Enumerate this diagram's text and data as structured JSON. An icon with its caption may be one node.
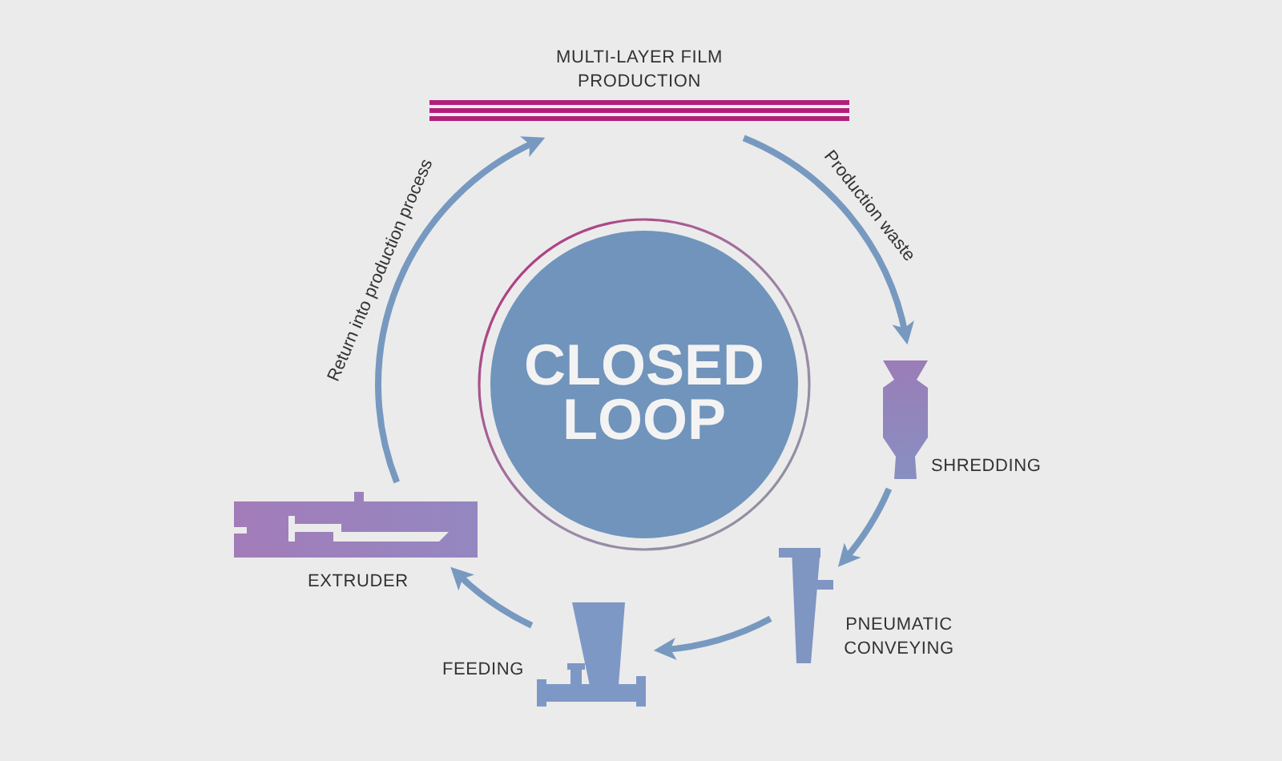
{
  "diagram": {
    "nodes": [
      {
        "text": [],
        "shape": "picture",
        "beside": [
          "MULTI-LAYER FILM PRODUCTION"
        ]
      },
      {
        "text": [],
        "shape": "picture",
        "beside": [
          "SHREDDING"
        ]
      },
      {
        "text": [],
        "shape": "picture",
        "beside": [
          "PNEUMATIC CONVEYING"
        ]
      },
      {
        "text": [],
        "shape": "picture",
        "beside": [
          "FEEDING"
        ]
      },
      {
        "text": [],
        "shape": "picture",
        "beside": [
          "EXTRUDER"
        ]
      },
      {
        "text": [
          "CLOSED LOOP"
        ]
      }
    ],
    "edges": [
      {
        "from": 0,
        "to": 1,
        "arrow": "to",
        "label": "Production waste"
      },
      {
        "from": 1,
        "to": 2,
        "arrow": "to"
      },
      {
        "from": 2,
        "to": 3,
        "arrow": "to"
      },
      {
        "from": 3,
        "to": 4,
        "arrow": "to"
      },
      {
        "from": 4,
        "to": 0,
        "arrow": "to",
        "label": "Return into production process"
      }
    ]
  }
}
